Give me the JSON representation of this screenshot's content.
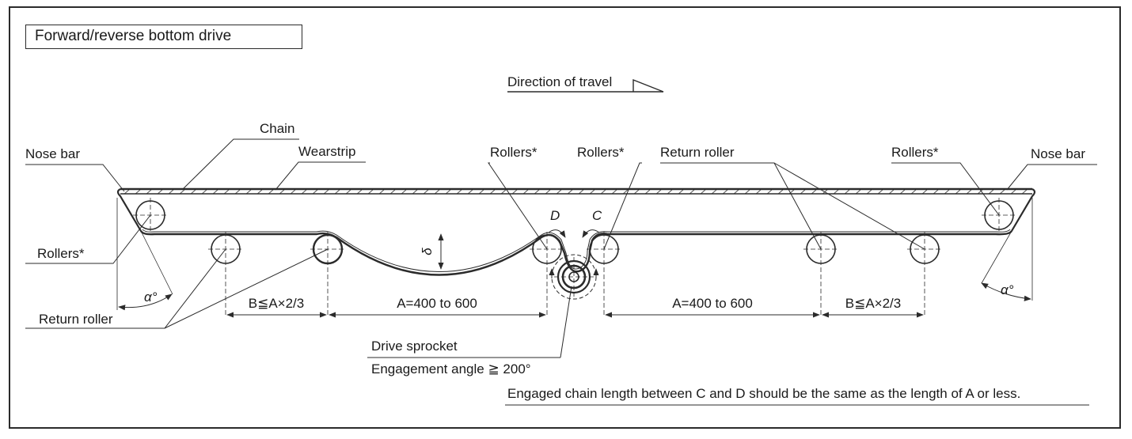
{
  "title": "Forward/reverse bottom drive",
  "direction_of_travel": "Direction of travel",
  "labels": {
    "chain": "Chain",
    "wearstrip": "Wearstrip",
    "nose_bar_left": "Nose bar",
    "nose_bar_right": "Nose bar",
    "rollers_left": "Rollers*",
    "rollers_center_left": "Rollers*",
    "rollers_center_right": "Rollers*",
    "rollers_right": "Rollers*",
    "return_roller_left": "Return roller",
    "return_roller_right": "Return roller",
    "drive_sprocket": "Drive sprocket",
    "engagement_angle": "Engagement angle ≧ 200°",
    "note": "Engaged chain length between C and D should be the same as the length of A or less."
  },
  "dimensions": {
    "b_left": "B≦A×2/3",
    "a_left": "A=400 to 600",
    "a_right": "A=400 to 600",
    "b_right": "B≦A×2/3",
    "delta": "δ",
    "c": "C",
    "d": "D",
    "alpha_left": "α°",
    "alpha_right": "α°"
  }
}
